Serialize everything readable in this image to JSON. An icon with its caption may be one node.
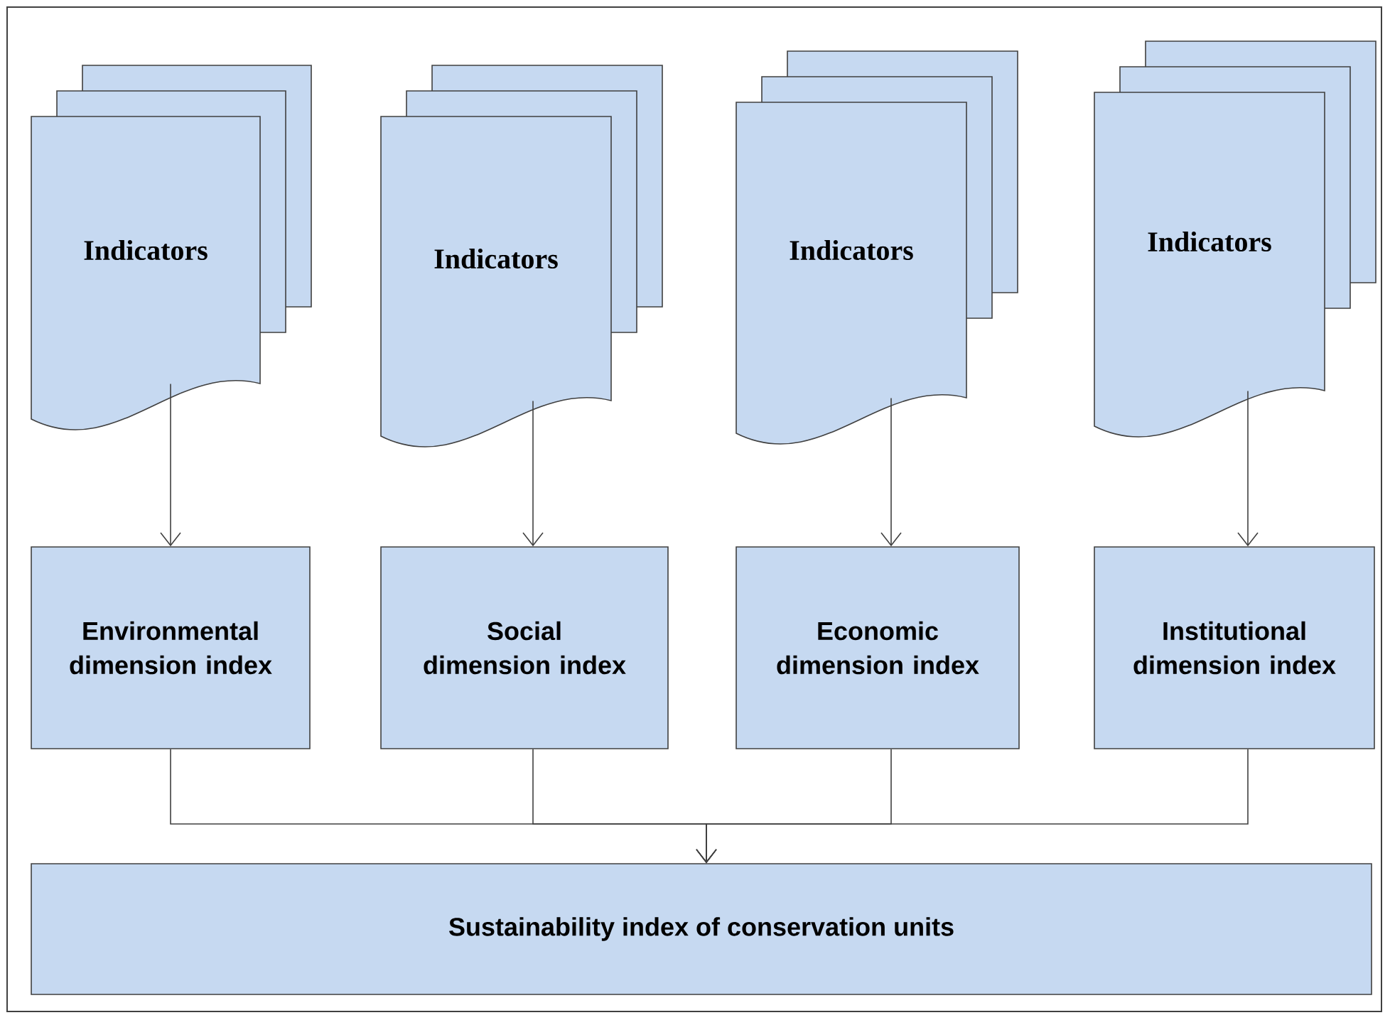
{
  "diagram": {
    "nodes": [
      {
        "text": [
          "Indicators"
        ]
      },
      {
        "text": [
          "Indicators"
        ]
      },
      {
        "text": [
          "Indicators"
        ]
      },
      {
        "text": [
          "Indicators"
        ]
      },
      {
        "text": [
          "Environmental dimension index"
        ]
      },
      {
        "text": [
          "Social dimension index"
        ]
      },
      {
        "text": [
          "Economic dimension index"
        ]
      },
      {
        "text": [
          "Institutional dimension index"
        ]
      },
      {
        "text": [
          "Sustainability index of conservation units"
        ]
      }
    ],
    "edges": [
      {
        "from": 0,
        "to": 4,
        "arrow": "to"
      },
      {
        "from": 1,
        "to": 5,
        "arrow": "to"
      },
      {
        "from": 2,
        "to": 6,
        "arrow": "to"
      },
      {
        "from": 3,
        "to": 7,
        "arrow": "to"
      },
      {
        "from": 4,
        "to": 8,
        "arrow": "to"
      },
      {
        "from": 5,
        "to": 8,
        "arrow": "to"
      },
      {
        "from": 6,
        "to": 8,
        "arrow": "to"
      },
      {
        "from": 7,
        "to": 8,
        "arrow": "to"
      }
    ]
  }
}
